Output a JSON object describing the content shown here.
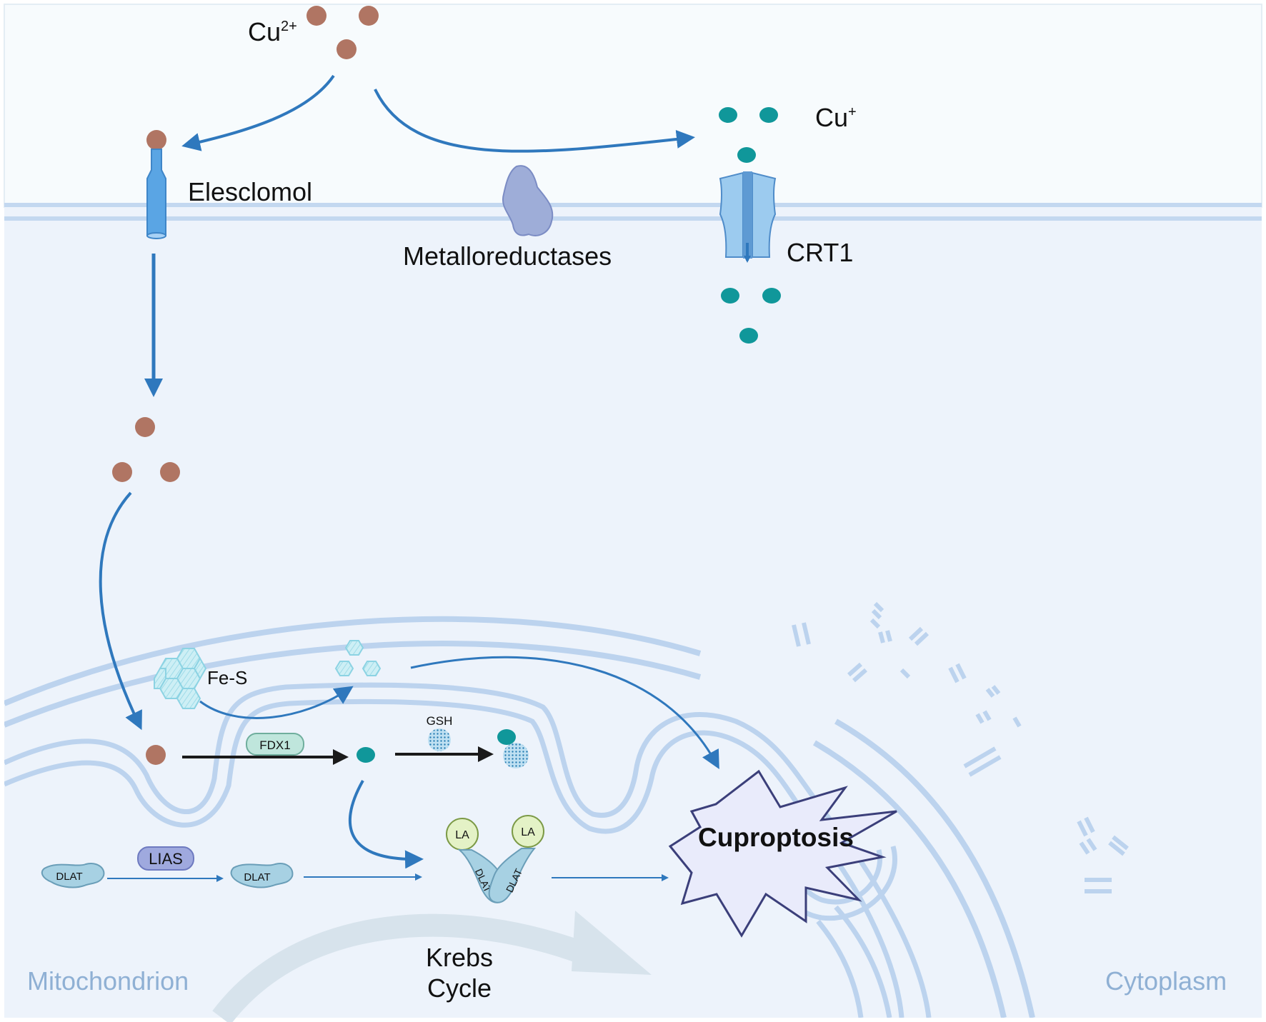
{
  "labels": {
    "cu2": "Cu",
    "cu2_sup": "2+",
    "cu1": "Cu",
    "cu1_sup": "+",
    "elesclomol": "Elesclomol",
    "metalloreductases": "Metalloreductases",
    "crt1": "CRT1",
    "fes": "Fe-S",
    "fdx1": "FDX1",
    "gsh": "GSH",
    "lias": "LIAS",
    "dlat": "DLAT",
    "la": "LA",
    "cuproptosis": "Cuproptosis",
    "krebs_line1": "Krebs",
    "krebs_line2": "Cycle",
    "mitochondrion": "Mitochondrion",
    "cytoplasm": "Cytoplasm"
  },
  "colors": {
    "outside_bg": "#f7fbfd",
    "cytoplasm_bg": "#edf3fb",
    "membrane": "#c3d8f0",
    "arrow_blue": "#2f78bd",
    "arrow_black": "#1a1a1a",
    "cu2_ion": "#b07563",
    "cu1_ion": "#10979a",
    "cuproptosis_fill": "#e9ebfb",
    "cuproptosis_stroke": "#3b3f7a",
    "label_pale": "#8fb0d4"
  }
}
